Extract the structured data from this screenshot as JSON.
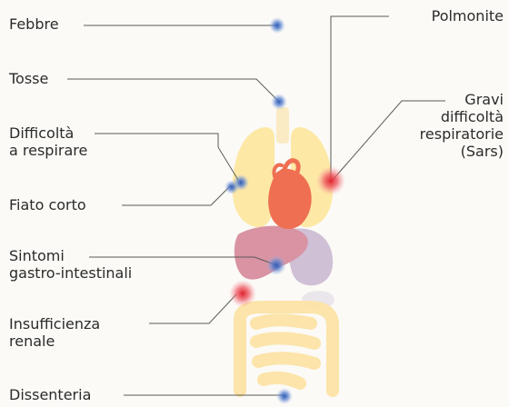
{
  "labels": {
    "febbre": "Febbre",
    "tosse": "Tosse",
    "difficolta_line1": "Difficoltà",
    "difficolta_line2": "a respirare",
    "fiato": "Fiato corto",
    "sintomi_line1": "Sintomi",
    "sintomi_line2": "gastro-intestinali",
    "insuff_line1": "Insufficienza",
    "insuff_line2": "renale",
    "dissenteria": "Dissenteria",
    "polmonite": "Polmonite",
    "gravi_line1": "Gravi",
    "gravi_line2": "difficoltà",
    "gravi_line3": "respiratorie",
    "gravi_line4": "(Sars)"
  },
  "colors": {
    "blue_marker": "#3b63b8",
    "red_marker": "#e8323c",
    "lungs": "#fde7a0",
    "heart": "#ef6f52",
    "liver": "#d993a3",
    "stomach": "#cfc0d6",
    "intestine": "#fde3a6",
    "line": "#5a5a5a"
  }
}
